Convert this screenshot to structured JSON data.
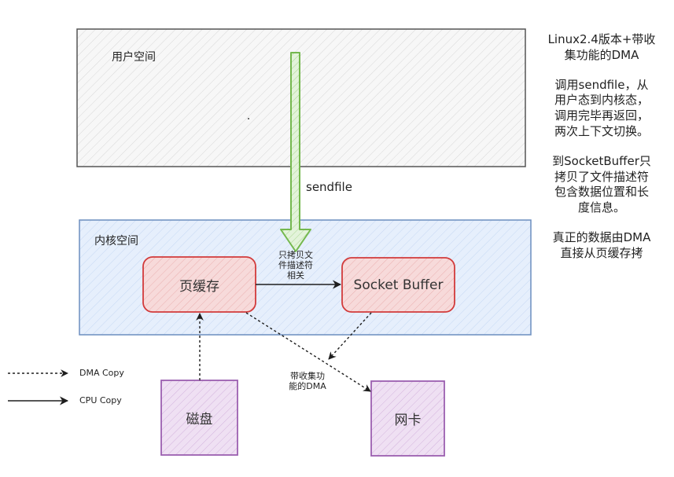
{
  "regions": {
    "user_space": "用户空间",
    "kernel_space": "内核空间"
  },
  "boxes": {
    "page_cache": "页缓存",
    "socket_buffer": "Socket Buffer",
    "disk": "磁盘",
    "nic": "网卡"
  },
  "arrows": {
    "sendfile": "sendfile",
    "fd_copy": [
      "只拷贝文",
      "件描述符",
      "相关"
    ],
    "dma_gather": [
      "带收集功",
      "能的DMA"
    ]
  },
  "legend": {
    "dma_copy": "DMA Copy",
    "cpu_copy": "CPU Copy"
  },
  "notes": [
    [
      "Linux2.4版本+带收",
      "集功能的DMA"
    ],
    [
      "调用sendfile，从",
      "用户态到内核态，",
      "调用完毕再返回，",
      "两次上下文切换。"
    ],
    [
      "到SocketBuffer只",
      "拷贝了文件描述符",
      "包含数据位置和长",
      "度信息。"
    ],
    [
      "真正的数据由DMA",
      "直接从页缓存拷"
    ]
  ],
  "colors": {
    "kernel_fill": "#dbe8fb",
    "kernel_stroke": "#6c8ebf",
    "user_stroke": "#555555",
    "red_fill": "#f5d4d4",
    "red_stroke": "#d23b3b",
    "purple_fill": "#ead7ef",
    "purple_stroke": "#9b5fb0",
    "green_fill": "#d3ecc6",
    "green_stroke": "#74b84e"
  }
}
